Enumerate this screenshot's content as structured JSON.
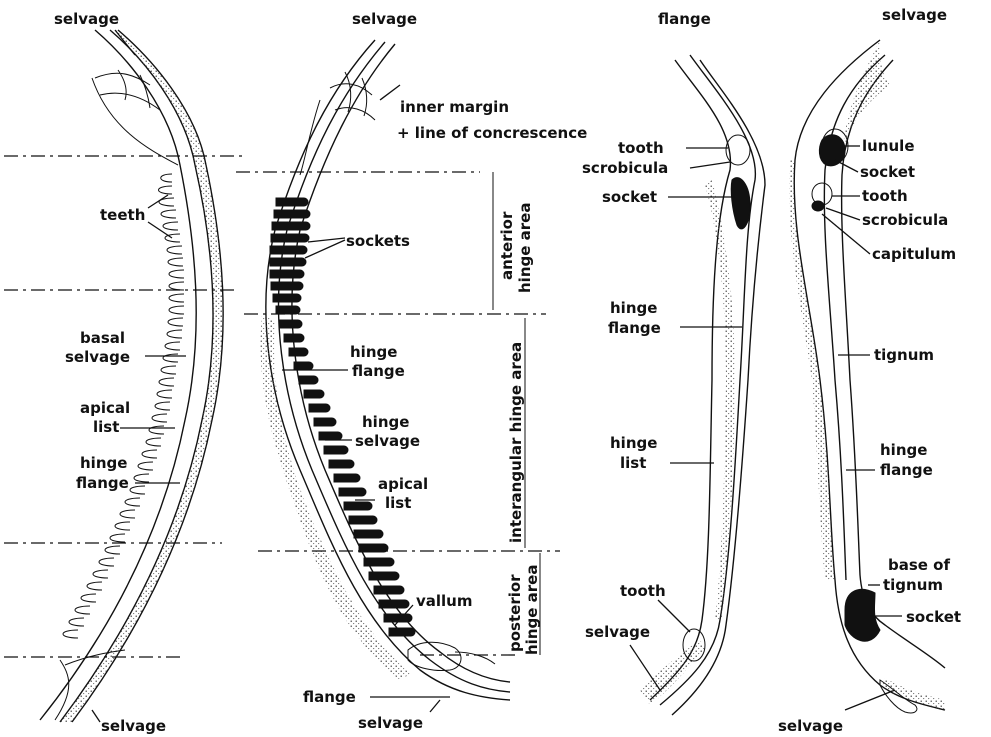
{
  "left_valve": {
    "selvage_top": "selvage",
    "teeth": "teeth",
    "basal_1": "basal",
    "basal_2": "selvage",
    "apical_1": "apical",
    "apical_2": "list",
    "hinge_1": "hinge",
    "hinge_2": "flange",
    "selvage_bottom": "selvage"
  },
  "right_valve": {
    "selvage_top": "selvage",
    "inner_margin": "inner margin",
    "concrescence": "+ line of concrescence",
    "sockets": "sockets",
    "hinge_flange_1": "hinge",
    "hinge_flange_2": "flange",
    "hinge_selvage_1": "hinge",
    "hinge_selvage_2": "selvage",
    "apical_1": "apical",
    "apical_2": "list",
    "vallum": "vallum",
    "flange": "flange",
    "selvage_bottom": "selvage",
    "area_anterior_1": "anterior",
    "area_anterior_2": "hinge area",
    "area_interangular": "interangular hinge area",
    "area_posterior_1": "posterior",
    "area_posterior_2": "hinge area"
  },
  "third_valve": {
    "flange": "flange",
    "tooth_top": "tooth",
    "scrobicula": "scrobicula",
    "socket": "socket",
    "hinge_flange_1": "hinge",
    "hinge_flange_2": "flange",
    "hinge_list_1": "hinge",
    "hinge_list_2": "list",
    "tooth_bottom": "tooth",
    "selvage": "selvage"
  },
  "fourth_valve": {
    "selvage_top": "selvage",
    "lunule": "lunule",
    "socket_top": "socket",
    "tooth": "tooth",
    "scrobicula": "scrobicula",
    "capitulum": "capitulum",
    "tignum": "tignum",
    "hinge_flange_1": "hinge",
    "hinge_flange_2": "flange",
    "base_tignum_1": "base of",
    "base_tignum_2": "tignum",
    "socket_bottom": "socket",
    "selvage_bottom": "selvage"
  }
}
